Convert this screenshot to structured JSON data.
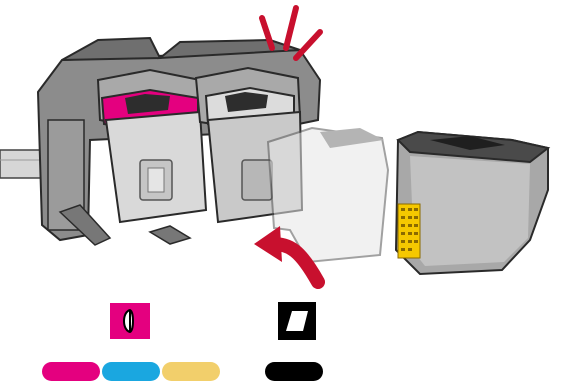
{
  "illustration": {
    "subject": "print-cartridge-installation",
    "action": "insert-black-cartridge-into-right-slot",
    "colors": {
      "magenta": "#e4007f",
      "cyan": "#1aa7e0",
      "yellow": "#f2cf6b",
      "black": "#000000",
      "carriage_gray": "#8a8a8a",
      "arrow_red": "#c8102e",
      "contacts_gold": "#f5c800"
    }
  },
  "legend": {
    "tricolor_symbol": {
      "icon": "tricolor-cartridge-icon",
      "color": "#e4007f"
    },
    "black_symbol": {
      "icon": "black-cartridge-icon",
      "color": "#000000"
    },
    "color_dots": [
      {
        "name": "magenta",
        "color": "#e4007f"
      },
      {
        "name": "cyan",
        "color": "#1aa7e0"
      },
      {
        "name": "yellow",
        "color": "#f2cf6b"
      }
    ],
    "black_dots": [
      {
        "name": "black",
        "color": "#000000"
      }
    ]
  }
}
